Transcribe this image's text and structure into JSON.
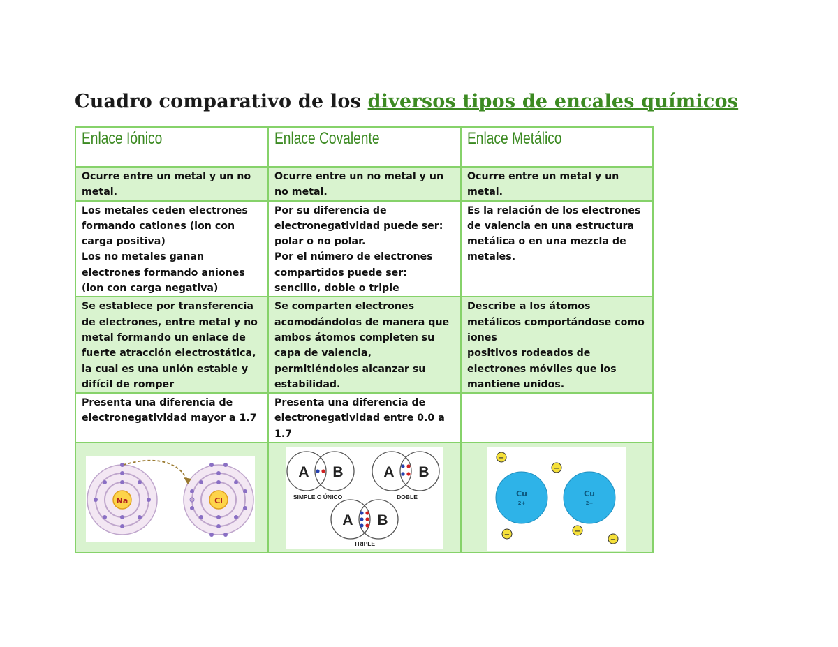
{
  "title": {
    "prefix": "Cuadro comparativo de los ",
    "highlight": "diversos tipos de encales químicos"
  },
  "headers": [
    "Enlace Iónico",
    "Enlace Covalente",
    "Enlace Metálico"
  ],
  "rows": [
    [
      "Ocurre entre un metal y un no metal.",
      "Ocurre entre un no metal y un no metal.",
      "Ocurre entre un metal y un metal."
    ],
    [
      "Los metales ceden electrones formando cationes (ion con carga positiva)\nLos no metales ganan electrones formando aniones (ion con carga negativa)",
      "Por su diferencia de electronegatividad puede ser: polar o no polar.\nPor el número de electrones compartidos puede ser: sencillo, doble o triple",
      "Es la relación de los electrones de valencia en una estructura metálica o en una mezcla de metales."
    ],
    [
      "Se establece por transferencia de electrones, entre metal y no metal formando un enlace de fuerte atracción electrostática, la cual es una unión estable y difícil de romper",
      "Se comparten electrones acomodándolos de manera que ambos átomos completen su capa de valencia, permitiéndoles alcanzar su estabilidad.",
      "Describe a los átomos metálicos comportándose como iones\npositivos rodeados de electrones móviles que los mantiene unidos."
    ],
    [
      "Presenta una diferencia de electronegatividad mayor a 1.7",
      "Presenta una diferencia de electronegatividad entre 0.0 a 1.7",
      ""
    ]
  ],
  "images": {
    "ionic": {
      "atom1": "Na",
      "atom2": "Cl"
    },
    "covalent": {
      "atom_a": "A",
      "atom_b": "B",
      "simple": "SIMPLE O ÚNICO",
      "double": "DOBLE",
      "triple": "TRIPLE"
    },
    "metallic": {
      "ion_symbol": "Cu",
      "ion_charge": "2+",
      "electron": "−"
    }
  },
  "colors": {
    "accent_green": "#3c8a22",
    "table_border": "#86d26a",
    "row_fill": "#d9f3cf"
  }
}
